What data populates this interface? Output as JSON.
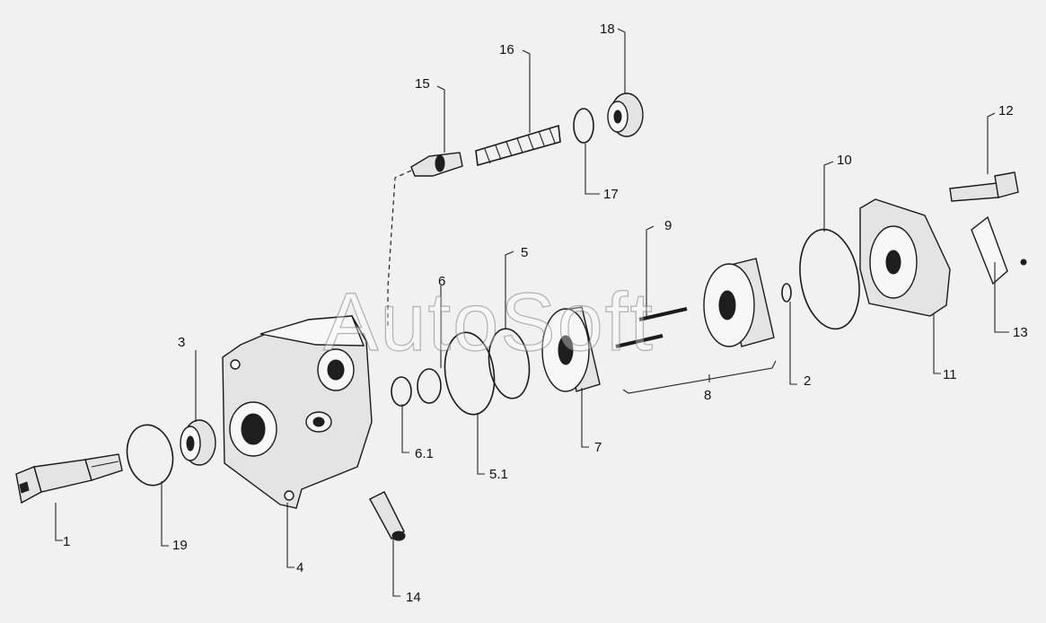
{
  "watermark": "AutoSoft",
  "callouts": {
    "c1": "1",
    "c2": "2",
    "c3": "3",
    "c4": "4",
    "c5": "5",
    "c5_1": "5.1",
    "c6": "6",
    "c6_1": "6.1",
    "c7": "7",
    "c8": "8",
    "c9": "9",
    "c10": "10",
    "c11": "11",
    "c12": "12",
    "c13": "13",
    "c14": "14",
    "c15": "15",
    "c16": "16",
    "c17": "17",
    "c18": "18",
    "c19": "19"
  }
}
